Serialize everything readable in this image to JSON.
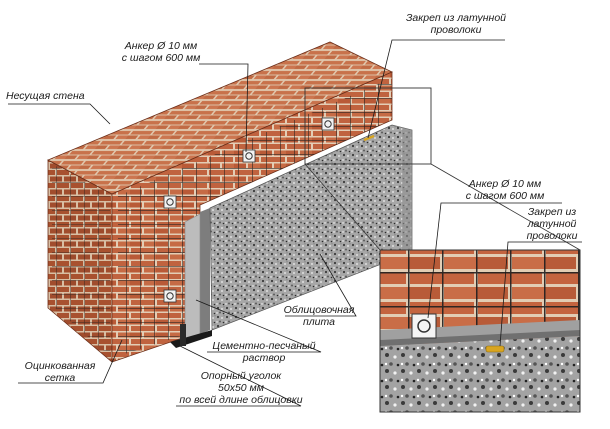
{
  "labels": {
    "anchor_top": [
      "Анкер Ø 10 мм",
      "с шагом 600 мм"
    ],
    "brass_clip_top": [
      "Закреп из латунной",
      "проволоки"
    ],
    "load_bearing_wall": "Несущая стена",
    "anchor_inset": [
      "Анкер Ø 10 мм",
      "с шагом 600 мм"
    ],
    "brass_clip_inset": [
      "Закреп из",
      "латунной",
      "проволоки"
    ],
    "facing_slab": [
      "Облицовочная",
      "плита"
    ],
    "cement_mortar": [
      "Цементно-песчаный",
      "раствор"
    ],
    "support_angle": [
      "Опорный уголок",
      "50х50 мм",
      "по всей длине облицовки"
    ],
    "galvanized_mesh": [
      "Оцинкованная",
      "сетка"
    ]
  },
  "colors": {
    "brick": "#c0633f",
    "brick_dark": "#9c4a2c",
    "mortar": "#e6d2bd",
    "mesh": "#1f1f1f",
    "granite": "#9a9a9a",
    "mortar_strip": "#b9b9b9",
    "angle": "#222222"
  },
  "icons": [
    "anchor-plate-icon",
    "brass-clip-icon"
  ]
}
